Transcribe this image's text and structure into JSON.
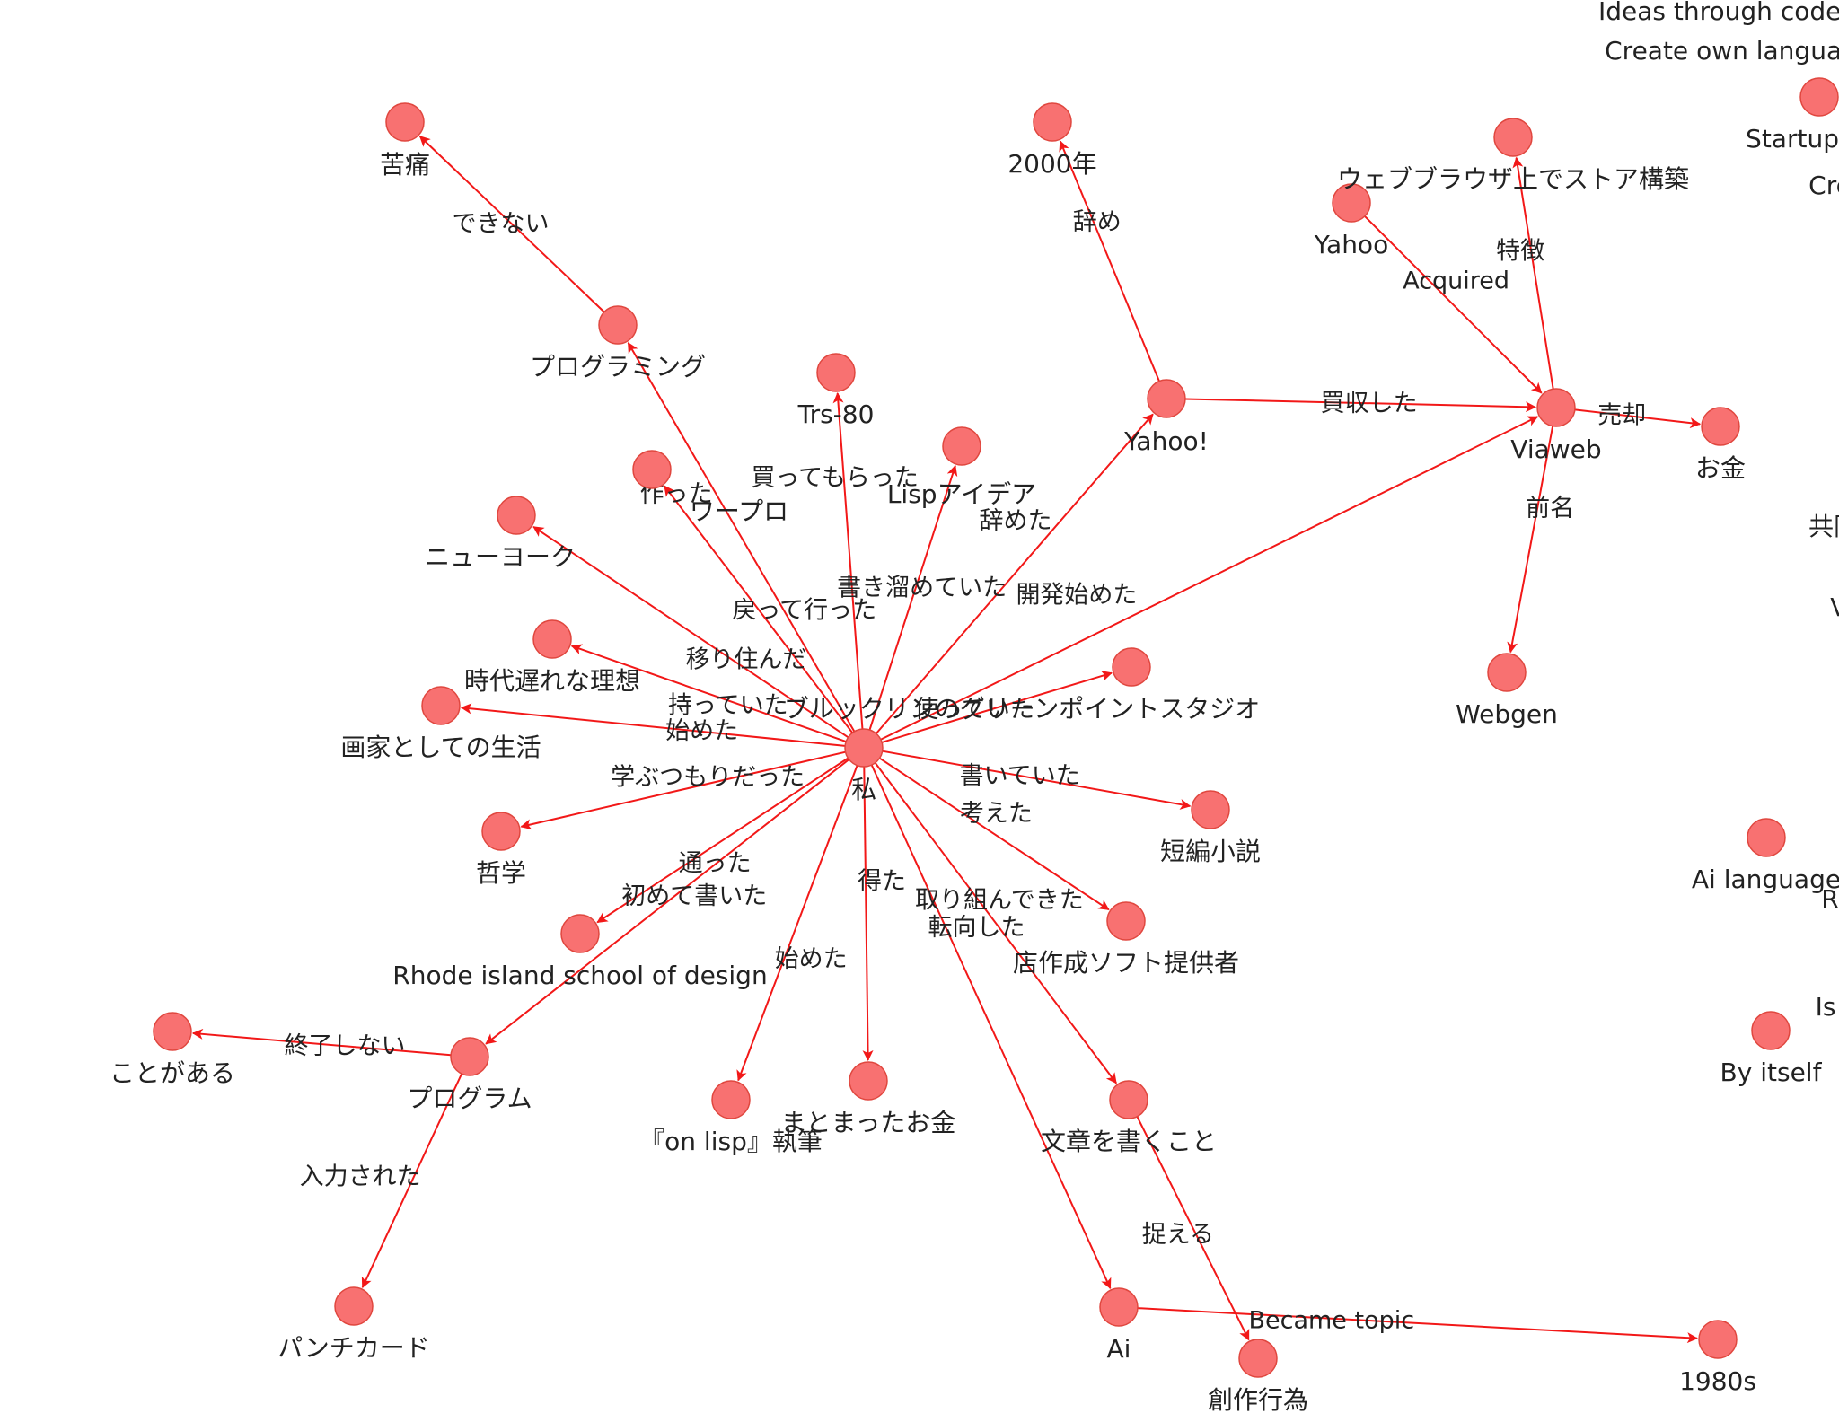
{
  "colors": {
    "node_fill": "#f87171",
    "node_stroke": "#e0473f",
    "edge": "#f21818",
    "text": "#222222"
  },
  "nodes": [
    {
      "id": "kutsuu",
      "label": "苦痛"
    },
    {
      "id": "programming",
      "label": "プログラミング"
    },
    {
      "id": "y2000",
      "label": "2000年"
    },
    {
      "id": "yahoo_bang",
      "label": "Yahoo!"
    },
    {
      "id": "trs80",
      "label": "Trs-80"
    },
    {
      "id": "lisp_idea",
      "label": "Lispアイデア"
    },
    {
      "id": "wapuro",
      "label": "ワープロ"
    },
    {
      "id": "newyork",
      "label": "ニューヨーク"
    },
    {
      "id": "jidai",
      "label": "時代遅れな理想"
    },
    {
      "id": "gaka",
      "label": "画家としての生活"
    },
    {
      "id": "tetsugaku",
      "label": "哲学"
    },
    {
      "id": "risd",
      "label": "Rhode island school of design"
    },
    {
      "id": "koto",
      "label": "ことがある"
    },
    {
      "id": "program",
      "label": "プログラム"
    },
    {
      "id": "punch",
      "label": "パンチカード"
    },
    {
      "id": "onlisp",
      "label": "『on lisp』執筆"
    },
    {
      "id": "matomatta",
      "label": "まとまったお金"
    },
    {
      "id": "watashi",
      "label": "私"
    },
    {
      "id": "brooklyn",
      "label": "ブルックリンのグリーンポイントスタジオ"
    },
    {
      "id": "tanpen",
      "label": "短編小説"
    },
    {
      "id": "mise",
      "label": "店作成ソフト提供者"
    },
    {
      "id": "bunsho",
      "label": "文章を書くこと"
    },
    {
      "id": "ai",
      "label": "Ai"
    },
    {
      "id": "sousaku",
      "label": "創作行為"
    },
    {
      "id": "s1980",
      "label": "1980s"
    },
    {
      "id": "viaweb",
      "label": "Viaweb"
    },
    {
      "id": "yahoo",
      "label": "Yahoo"
    },
    {
      "id": "webbrowser",
      "label": "ウェブブラウザ上でストア構築"
    },
    {
      "id": "okane",
      "label": "お金"
    },
    {
      "id": "webgen",
      "label": "Webgen"
    },
    {
      "id": "ideas",
      "label": "Ideas through code/te"
    },
    {
      "id": "create_lang",
      "label": "Create own languag"
    },
    {
      "id": "startup",
      "label": "Startup phil"
    },
    {
      "id": "cre",
      "label": "Cre"
    },
    {
      "id": "via2",
      "label": "Via"
    },
    {
      "id": "ai_lang",
      "label": "Ai language"
    },
    {
      "id": "by_itself",
      "label": "By itself"
    },
    {
      "id": "is_cut",
      "label": "Is"
    },
    {
      "id": "kyodo",
      "label": "共同"
    },
    {
      "id": "r_cut",
      "label": "R"
    }
  ],
  "edges": [
    {
      "from": "programming",
      "to": "kutsuu",
      "label": "できない"
    },
    {
      "from": "yahoo_bang",
      "to": "y2000",
      "label": "辞め"
    },
    {
      "from": "yahoo_bang",
      "to": "viaweb",
      "label": "買収した"
    },
    {
      "from": "yahoo",
      "to": "viaweb",
      "label": "Acquired"
    },
    {
      "from": "viaweb",
      "to": "webbrowser",
      "label": "特徴"
    },
    {
      "from": "viaweb",
      "to": "okane",
      "label": "売却"
    },
    {
      "from": "viaweb",
      "to": "webgen",
      "label": "前名"
    },
    {
      "from": "watashi",
      "to": "programming",
      "label": "作った"
    },
    {
      "from": "watashi",
      "to": "trs80",
      "label": "買ってもらった"
    },
    {
      "from": "watashi",
      "to": "lisp_idea",
      "label": "書き溜めていた"
    },
    {
      "from": "watashi",
      "to": "yahoo_bang",
      "label": "辞めた"
    },
    {
      "from": "watashi",
      "to": "viaweb",
      "label": "開発始めた"
    },
    {
      "from": "watashi",
      "to": "wapuro",
      "label": "戻って行った"
    },
    {
      "from": "watashi",
      "to": "newyork",
      "label": "移り住んだ"
    },
    {
      "from": "watashi",
      "to": "jidai",
      "label": "持っていた"
    },
    {
      "from": "watashi",
      "to": "gaka",
      "label": "始めた"
    },
    {
      "from": "watashi",
      "to": "tetsugaku",
      "label": "学ぶつもりだった"
    },
    {
      "from": "watashi",
      "to": "risd",
      "label": "通った"
    },
    {
      "from": "watashi",
      "to": "program",
      "label": "初めて書いた"
    },
    {
      "from": "watashi",
      "to": "onlisp",
      "label": "始めた"
    },
    {
      "from": "watashi",
      "to": "matomatta",
      "label": "得た"
    },
    {
      "from": "watashi",
      "to": "ai",
      "label": "取り組んできた"
    },
    {
      "from": "watashi",
      "to": "brooklyn",
      "label": "使っていた"
    },
    {
      "from": "watashi",
      "to": "tanpen",
      "label": "書いていた"
    },
    {
      "from": "watashi",
      "to": "mise",
      "label": "考えた"
    },
    {
      "from": "watashi",
      "to": "bunsho",
      "label": "転向した"
    },
    {
      "from": "program",
      "to": "koto",
      "label": "終了しない"
    },
    {
      "from": "program",
      "to": "punch",
      "label": "入力された"
    },
    {
      "from": "bunsho",
      "to": "sousaku",
      "label": "捉える"
    },
    {
      "from": "ai",
      "to": "s1980",
      "label": "Became topic"
    }
  ]
}
